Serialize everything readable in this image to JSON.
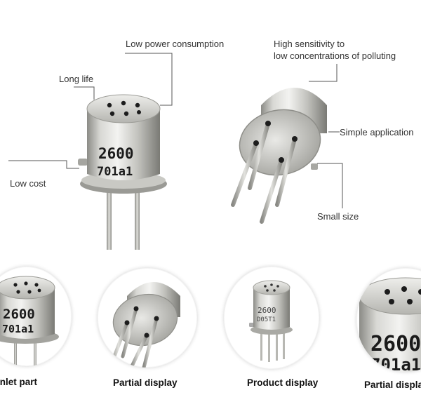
{
  "callouts": {
    "low_power": "Low power consumption",
    "long_life": "Long life",
    "low_cost": "Low cost",
    "high_sensitivity_line1": "High sensitivity to",
    "high_sensitivity_line2": "low concentrations of polluting",
    "simple_application": "Simple application",
    "small_size": "Small size"
  },
  "sensor_marking": {
    "line1": "2600",
    "line2": "701a1",
    "alt_line2": "D05T1"
  },
  "captions": {
    "inlet_part": "Inlet part",
    "partial_display_1": "Partial display",
    "product_display": "Product display",
    "partial_display_2": "Partial display"
  },
  "colors": {
    "metal_light": "#e6e6e3",
    "metal_mid": "#b9b9b4",
    "metal_dark": "#7f7f7a",
    "leader_line": "#555555",
    "text": "#333333"
  }
}
